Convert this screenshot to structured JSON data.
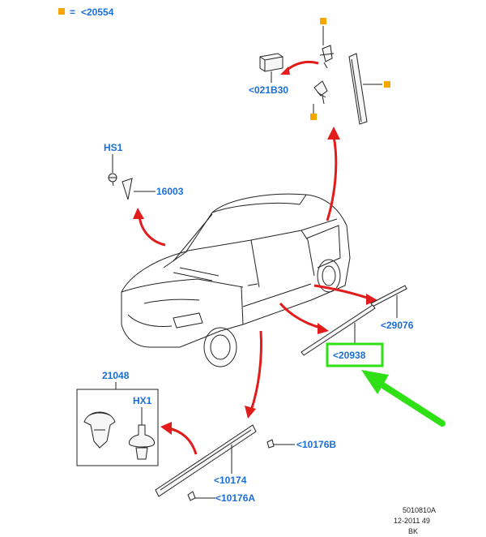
{
  "legend": {
    "marker_color": "#f7a600",
    "equals": "=",
    "ref": "<20554"
  },
  "labels": {
    "p_021b30": "<021B30",
    "p_hs1": "HS1",
    "p_16003": "16003",
    "p_29076": "<29076",
    "p_20938": "<20938",
    "p_21048": "21048",
    "p_hx1": "HX1",
    "p_10176b": "<10176B",
    "p_10174": "<10174",
    "p_10176a": "<10176A"
  },
  "footer": {
    "code": "5010810A",
    "date": "12-2011 49",
    "variant": "BK"
  },
  "colors": {
    "label": "#1a6fd6",
    "arrow": "#e21b1b",
    "highlight": "#2ee015",
    "marker": "#f7a600"
  },
  "icons": [
    "orange-square-marker",
    "red-curved-arrow",
    "green-pointer-arrow"
  ]
}
